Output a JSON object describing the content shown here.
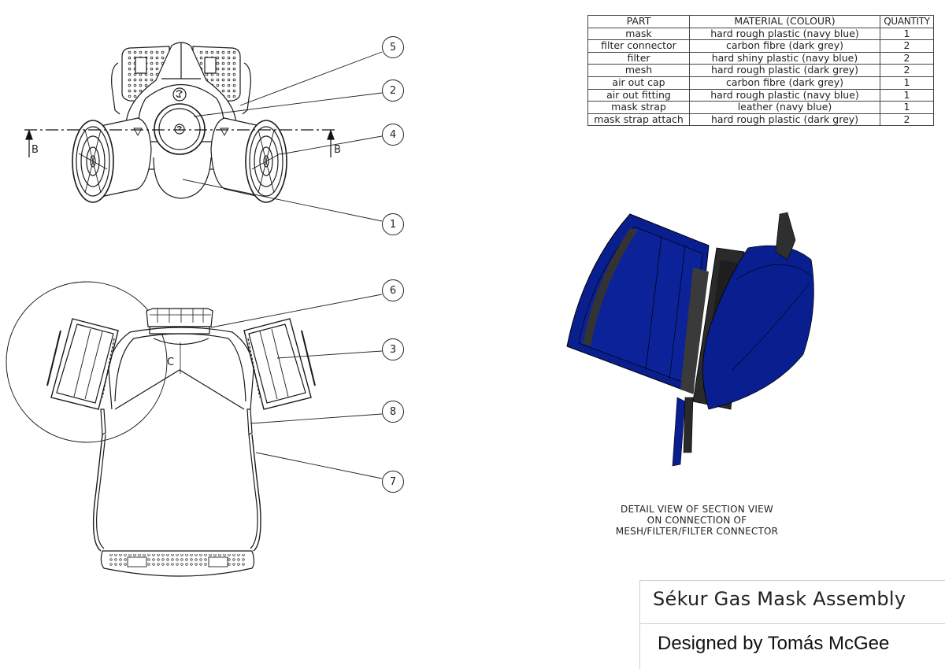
{
  "parts_table": {
    "headers": [
      "PART",
      "MATERIAL (COLOUR)",
      "QUANTITY"
    ],
    "rows": [
      [
        "mask",
        "hard rough plastic (navy blue)",
        "1"
      ],
      [
        "filter connector",
        "carbon fibre (dark grey)",
        "2"
      ],
      [
        "filter",
        "hard shiny plastic (navy blue)",
        "2"
      ],
      [
        "mesh",
        "hard rough plastic (dark grey)",
        "2"
      ],
      [
        "air out cap",
        "carbon fibre (dark grey)",
        "1"
      ],
      [
        "air out fitting",
        "hard rough plastic (navy blue)",
        "1"
      ],
      [
        "mask strap",
        "leather (navy blue)",
        "1"
      ],
      [
        "mask strap attach",
        "hard rough plastic (dark grey)",
        "2"
      ]
    ]
  },
  "front_view": {
    "section_line_label_left": "B",
    "section_line_label_right": "B",
    "balloons": [
      "5",
      "2",
      "4",
      "1"
    ]
  },
  "section_view": {
    "detail_circle_label": "C",
    "balloons": [
      "6",
      "3",
      "8",
      "7"
    ]
  },
  "detail_view": {
    "caption_lines": [
      "DETAIL VIEW OF SECTION VIEW",
      "ON CONNECTION OF",
      "MESH/FILTER/FILTER CONNECTOR"
    ],
    "colors": {
      "navy": "#0a1f8f",
      "dark_grey": "#2a2a2a"
    }
  },
  "title_block": {
    "title": "Sékur Gas Mask Assembly",
    "designer": "Designed by Tomás McGee"
  }
}
